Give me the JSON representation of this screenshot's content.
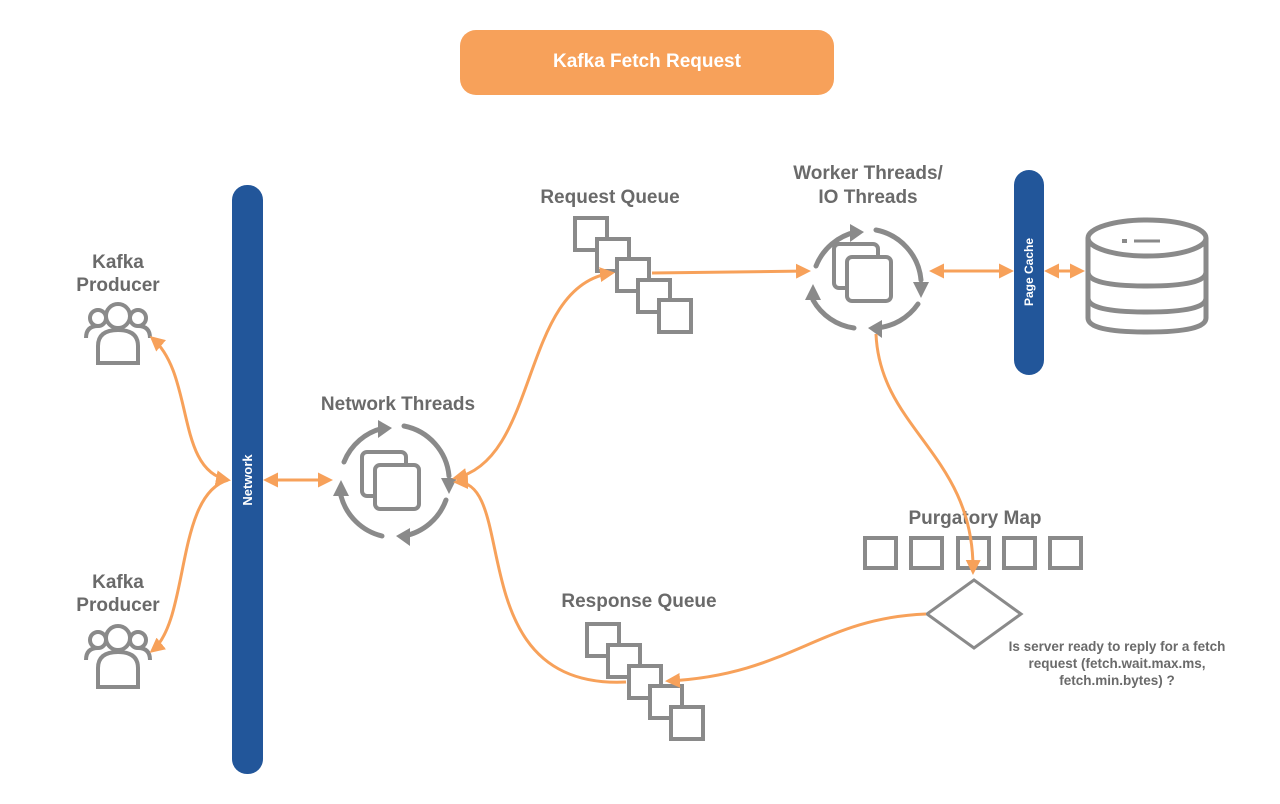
{
  "title": "Kafka Fetch Request",
  "producers": [
    {
      "line1": "Kafka",
      "line2": "Producer"
    },
    {
      "line1": "Kafka",
      "line2": "Producer"
    }
  ],
  "network_label": "Network",
  "network_threads_label": "Network Threads",
  "request_queue_label": "Request Queue",
  "worker_threads_label": {
    "line1": "Worker Threads/",
    "line2": "IO Threads"
  },
  "page_cache_label": "Page Cache",
  "purgatory_map_label": "Purgatory Map",
  "response_queue_label": "Response Queue",
  "decision_note": {
    "line1": "Is server ready to reply for a fetch",
    "line2": "request (fetch.wait.max.ms,",
    "line3": "fetch.min.bytes) ?"
  },
  "colors": {
    "accent_orange": "#f7a15a",
    "bar_blue": "#22569a",
    "icon_gray": "#8a8a8a",
    "text_gray": "#6a6a6a"
  },
  "icons": [
    "users-icon",
    "threads-cycle-icon",
    "queue-squares-icon",
    "database-icon",
    "decision-diamond-icon"
  ]
}
